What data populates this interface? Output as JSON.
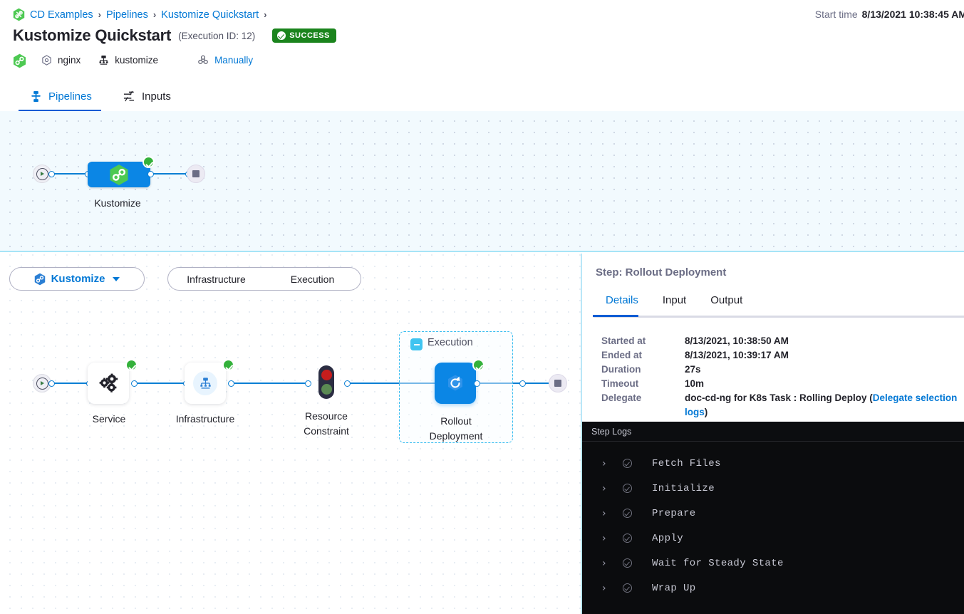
{
  "breadcrumb": {
    "logo_icon": "harness-hex-icon",
    "items": [
      {
        "label": "CD Examples",
        "sep": "›"
      },
      {
        "label": "Pipelines",
        "sep": "›"
      },
      {
        "label": "Kustomize Quickstart",
        "sep": "›"
      }
    ]
  },
  "header": {
    "start_time_label": "Start time",
    "start_time_value": "8/13/2021 10:38:45 AM",
    "title": "Kustomize Quickstart",
    "execution_id": "(Execution ID: 12)",
    "status_badge": "SUCCESS",
    "status_color": "#1b841d",
    "meta": {
      "logo_icon": "harness-hex-icon",
      "service_icon": "service-hex-icon",
      "service": "nginx",
      "env_icon": "infrastructure-icon",
      "environment": "kustomize",
      "trigger_icon": "trigger-icon",
      "trigger": "Manually"
    }
  },
  "tabs": [
    {
      "label": "Pipelines",
      "icon": "pipeline-icon",
      "active": true
    },
    {
      "label": "Inputs",
      "icon": "inputs-icon",
      "active": false
    }
  ],
  "top_graph": {
    "start_icon": "play-circle-icon",
    "end_icon": "stop-square-icon",
    "stage": {
      "label": "Kustomize",
      "icon": "harness-hex-icon",
      "status": "success"
    }
  },
  "stage_selector": {
    "stage_name": "Kustomize",
    "stage_icon": "harness-hex-icon",
    "caret_icon": "chevron-down-icon",
    "segments": [
      "Infrastructure",
      "Execution"
    ]
  },
  "exec_graph": {
    "start_icon": "play-circle-icon",
    "end_icon": "stop-square-icon",
    "nodes": [
      {
        "label": "Service",
        "icon": "service-gears-icon",
        "status": "success"
      },
      {
        "label": "Infrastructure",
        "icon": "infrastructure-icon",
        "status": "success"
      },
      {
        "label": "Resource\nConstraint",
        "icon": "traffic-light-icon",
        "status": "none"
      }
    ],
    "group": {
      "label": "Execution",
      "collapse_icon": "collapse-icon",
      "node": {
        "label": "Rollout\nDeployment",
        "icon": "rollout-refresh-icon",
        "status": "success"
      }
    }
  },
  "right_panel": {
    "title": "Step: Rollout Deployment",
    "tabs": [
      {
        "label": "Details",
        "active": true
      },
      {
        "label": "Input",
        "active": false
      },
      {
        "label": "Output",
        "active": false
      }
    ],
    "details": [
      {
        "key": "Started at",
        "value": "8/13/2021, 10:38:50 AM"
      },
      {
        "key": "Ended at",
        "value": "8/13/2021, 10:39:17 AM"
      },
      {
        "key": "Duration",
        "value": "27s"
      },
      {
        "key": "Timeout",
        "value": "10m"
      }
    ],
    "delegate": {
      "key": "Delegate",
      "value_prefix": "doc-cd-ng for K8s Task : Rolling Deploy (",
      "link": "Delegate selection logs",
      "value_suffix": ")"
    },
    "logs": {
      "header": "Step Logs",
      "rows": [
        {
          "name": "Fetch Files",
          "status": "success"
        },
        {
          "name": "Initialize",
          "status": "success"
        },
        {
          "name": "Prepare",
          "status": "success"
        },
        {
          "name": "Apply",
          "status": "success"
        },
        {
          "name": "Wait for Steady State",
          "status": "success"
        },
        {
          "name": "Wrap Up",
          "status": "success"
        }
      ]
    }
  },
  "colors": {
    "accent_blue": "#0278d5",
    "node_blue": "#0b86e5",
    "success_green": "#33b13a",
    "canvas_blue": "#f2fafe",
    "logs_bg": "#0b0c0e"
  }
}
